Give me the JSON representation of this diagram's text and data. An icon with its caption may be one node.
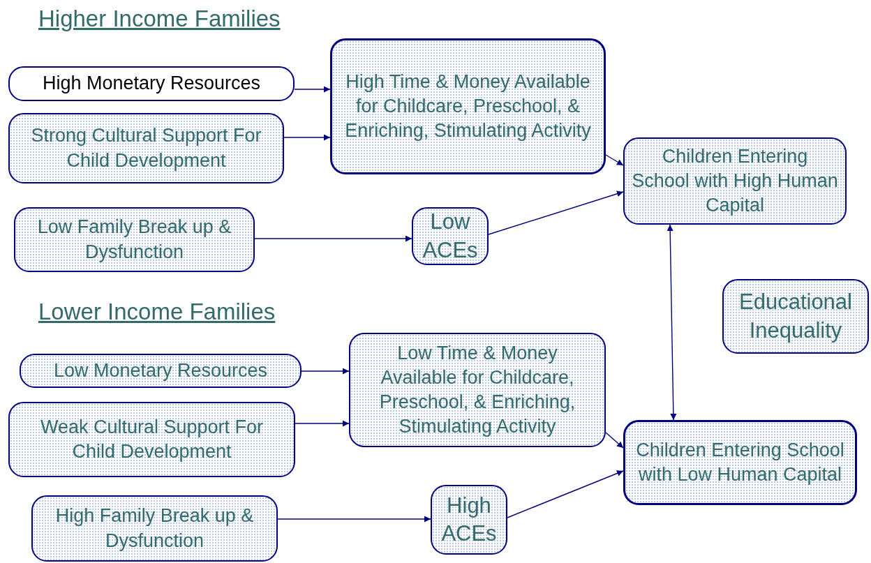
{
  "diagram": {
    "nodes": [
      {
        "text": [
          "High Monetary Resources"
        ]
      },
      {
        "text": [
          "Strong Cultural Support For Child Development"
        ]
      },
      {
        "text": [
          "High Time & Money Available for Childcare, Preschool, & Enriching, Stimulating Activity"
        ]
      },
      {
        "text": [
          "Low Family Break up & Dysfunction"
        ]
      },
      {
        "text": [
          "Low ACEs"
        ]
      },
      {
        "text": [
          "Children Entering School with High Human Capital"
        ]
      },
      {
        "text": [
          "Educational Inequality"
        ]
      },
      {
        "text": [
          "Low Monetary Resources"
        ]
      },
      {
        "text": [
          "Weak Cultural Support For Child Development"
        ]
      },
      {
        "text": [
          "Low Time & Money Available for Childcare, Preschool, & Enriching, Stimulating Activity"
        ]
      },
      {
        "text": [
          "High Family Break up & Dysfunction"
        ]
      },
      {
        "text": [
          "High ACEs"
        ]
      },
      {
        "text": [
          "Children Entering School with Low Human Capital"
        ]
      }
    ],
    "edges": [
      {
        "from": 0,
        "to": 2,
        "arrow": "to"
      },
      {
        "from": 1,
        "to": 2,
        "arrow": "to"
      },
      {
        "from": 3,
        "to": 4,
        "arrow": "to"
      },
      {
        "from": 2,
        "to": 5,
        "arrow": "to"
      },
      {
        "from": 4,
        "to": 5,
        "arrow": "to"
      },
      {
        "from": 5,
        "to": 12,
        "arrow": "both"
      },
      {
        "from": 7,
        "to": 9,
        "arrow": "to"
      },
      {
        "from": 8,
        "to": 9,
        "arrow": "to"
      },
      {
        "from": 9,
        "to": 12,
        "arrow": "to"
      },
      {
        "from": 10,
        "to": 11,
        "arrow": "to"
      },
      {
        "from": 11,
        "to": 12,
        "arrow": "to"
      }
    ],
    "labels": [
      "Higher Income Families",
      "Lower Income Families"
    ]
  }
}
